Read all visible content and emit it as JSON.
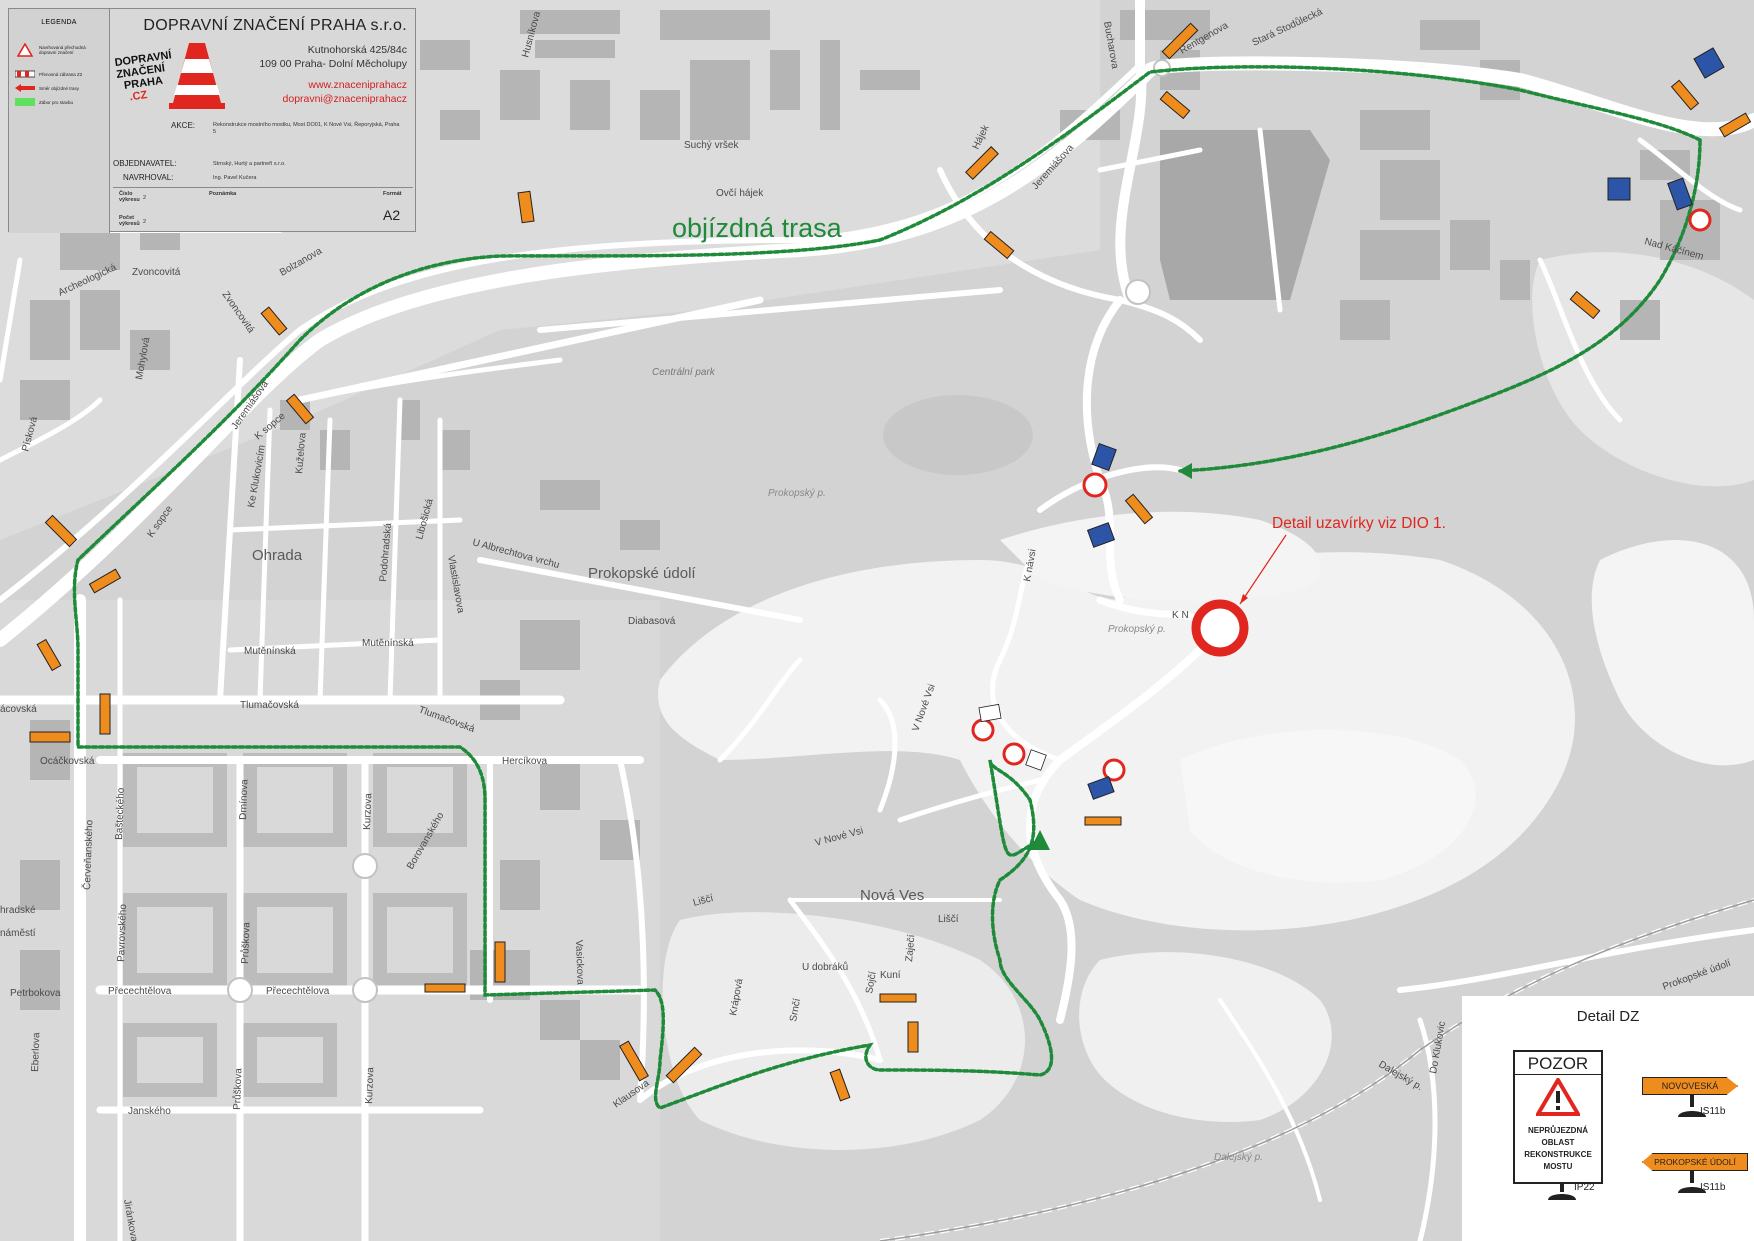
{
  "route_label": "objízdná trasa",
  "detail_label": "Detail uzavírky viz DIO 1.",
  "colors": {
    "route": "#1f8a3a",
    "red": "#e0261f",
    "orange": "#ef8c1e"
  },
  "streets": {
    "huseinka": "Husníkova",
    "suchy_vrsek": "Suchý vršek",
    "ovci_hajek": "Ovčí hájek",
    "bucharova": "Bucharova",
    "renneska": "Rentgenova",
    "stara_stodulecka": "Stará Stodůlecká",
    "jeremiasova": "Jeremiášova",
    "hajek": "Hájek",
    "archeologicka": "Archeologická",
    "zvoncovita": "Zvoncovitá",
    "zvoncovita2": "Zvoncovitá",
    "bolzanova": "Bolzanova",
    "mohylova": "Mohylová",
    "jeremiasova2": "Jeremiášova",
    "piskova": "Písková",
    "k_sopce": "K sopce",
    "k_sopce2": "K sopce",
    "ke_klukovicim": "Ke Klukovicím",
    "kuzelna": "Kuželova",
    "centralni": "Centrální park",
    "ohrada": "Ohrada",
    "libesicka": "Libošická",
    "podohradska": "Podohradská",
    "u_albrechtova": "U Albrechtova vrchu",
    "velehrad": "Vlastislavova",
    "prokopske": "Prokopské údolí",
    "diabasova": "Diabasová",
    "mutenin": "Mutěnínská",
    "mutenin2": "Mutěnínská",
    "tlumacovska": "Tlumačovská",
    "tlumacovska2": "Tlumačovská",
    "hercikova": "Hercíkova",
    "k_navsi": "K návsi",
    "v_nove_vsi": "V Nové Vsi",
    "v_nove_vsi2": "V Nové Vsi",
    "prokopsky": "Prokopský p.",
    "prokopsky2": "Prokopský p.",
    "k_n": "K N",
    "nad_kacinem": "Nad Káčínem",
    "nova_ves": "Nová Ves",
    "lisci": "Liščí",
    "lisci2": "Liščí",
    "u_dobraku": "U dobráků",
    "zajeci": "Zaječí",
    "kuni": "Kuní",
    "krapnova": "Krápová",
    "srnci": "Srnčí",
    "socia": "Sojčí",
    "cervenanskeho": "Červeňanského",
    "bastekeho": "Bašteckého",
    "dmintrova": "Drnínova",
    "kurzova": "Kurzova",
    "kurzova2": "Kurzova",
    "borovanskeho": "Borovanského",
    "pavrovskeho": "Pavrovského",
    "pruskova": "Průškova",
    "pruskova2": "Průškova",
    "precechtelova": "Přecechtělova",
    "precechtelova2": "Přecechtělova",
    "petrbokova": "Petrbokova",
    "ebertova": "Eberlova",
    "janskeho": "Janského",
    "klausova": "Klausova",
    "jiranova": "Jiránkova",
    "vasiceka": "Vasickova",
    "nadrazka": "hradské",
    "namesti": "náměstí",
    "prokopske_ud": "Prokopské údolí",
    "do_klukovic": "Do Klukovic",
    "dalejsky": "Dalejský p.",
    "dalejsky2": "Dalejský p.",
    "vosmikovych": "Ocáčkovská",
    "kacovska": "ácovská"
  },
  "titleblock": {
    "legend_title": "LEGENDA",
    "legend_items": [
      "Navrhovaná přechodná dopravní značení",
      "Přenosná zábrana Z2",
      "Směr objízdné trasy",
      "Zábor pro stavbu"
    ],
    "company": "DOPRAVNÍ ZNAČENÍ PRAHA s.r.o.",
    "address1": "Kutnohorská 425/84c",
    "address2": "109 00 Praha- Dolní Měcholupy",
    "web": "www.znaceniprahacz",
    "email": "dopravni@znaceniprahacz",
    "logo_lines": [
      "DOPRAVNÍ",
      "ZNAČENÍ",
      "PRAHA",
      ".CZ"
    ],
    "akce_label": "AKCE:",
    "akce_value": "Rekonstrukce mostního mostku, Most DO01, K Nové Vsi, Řeporyjská, Praha 5",
    "objednavatel_label": "OBJEDNAVATEL:",
    "objednavatel_value": "Strnský, Hurtý a partneři s.r.o.",
    "navrhoval_label": "NAVRHOVAL:",
    "navrhoval_value": "Ing. Pavel Kučera",
    "cislo_label": "Číslo výkresu",
    "cislo_value": "2",
    "pocet_label": "Počet výkresů",
    "pocet_value": "2",
    "poznamka_label": "Poznámka",
    "format_label": "Formát",
    "format_value": "A2"
  },
  "detail_dz": {
    "title": "Detail DZ",
    "pozor": "POZOR",
    "pozor_text": [
      "NEPRŮJEZDNÁ",
      "OBLAST",
      "REKONSTRUKCE",
      "MOSTU"
    ],
    "pozor_code": "IP22",
    "sign1": "NOVOVESKÁ",
    "sign1_code": "IS11b",
    "sign2": "PROKOPSKÉ ÚDOLÍ",
    "sign2_code": "IS11b"
  }
}
